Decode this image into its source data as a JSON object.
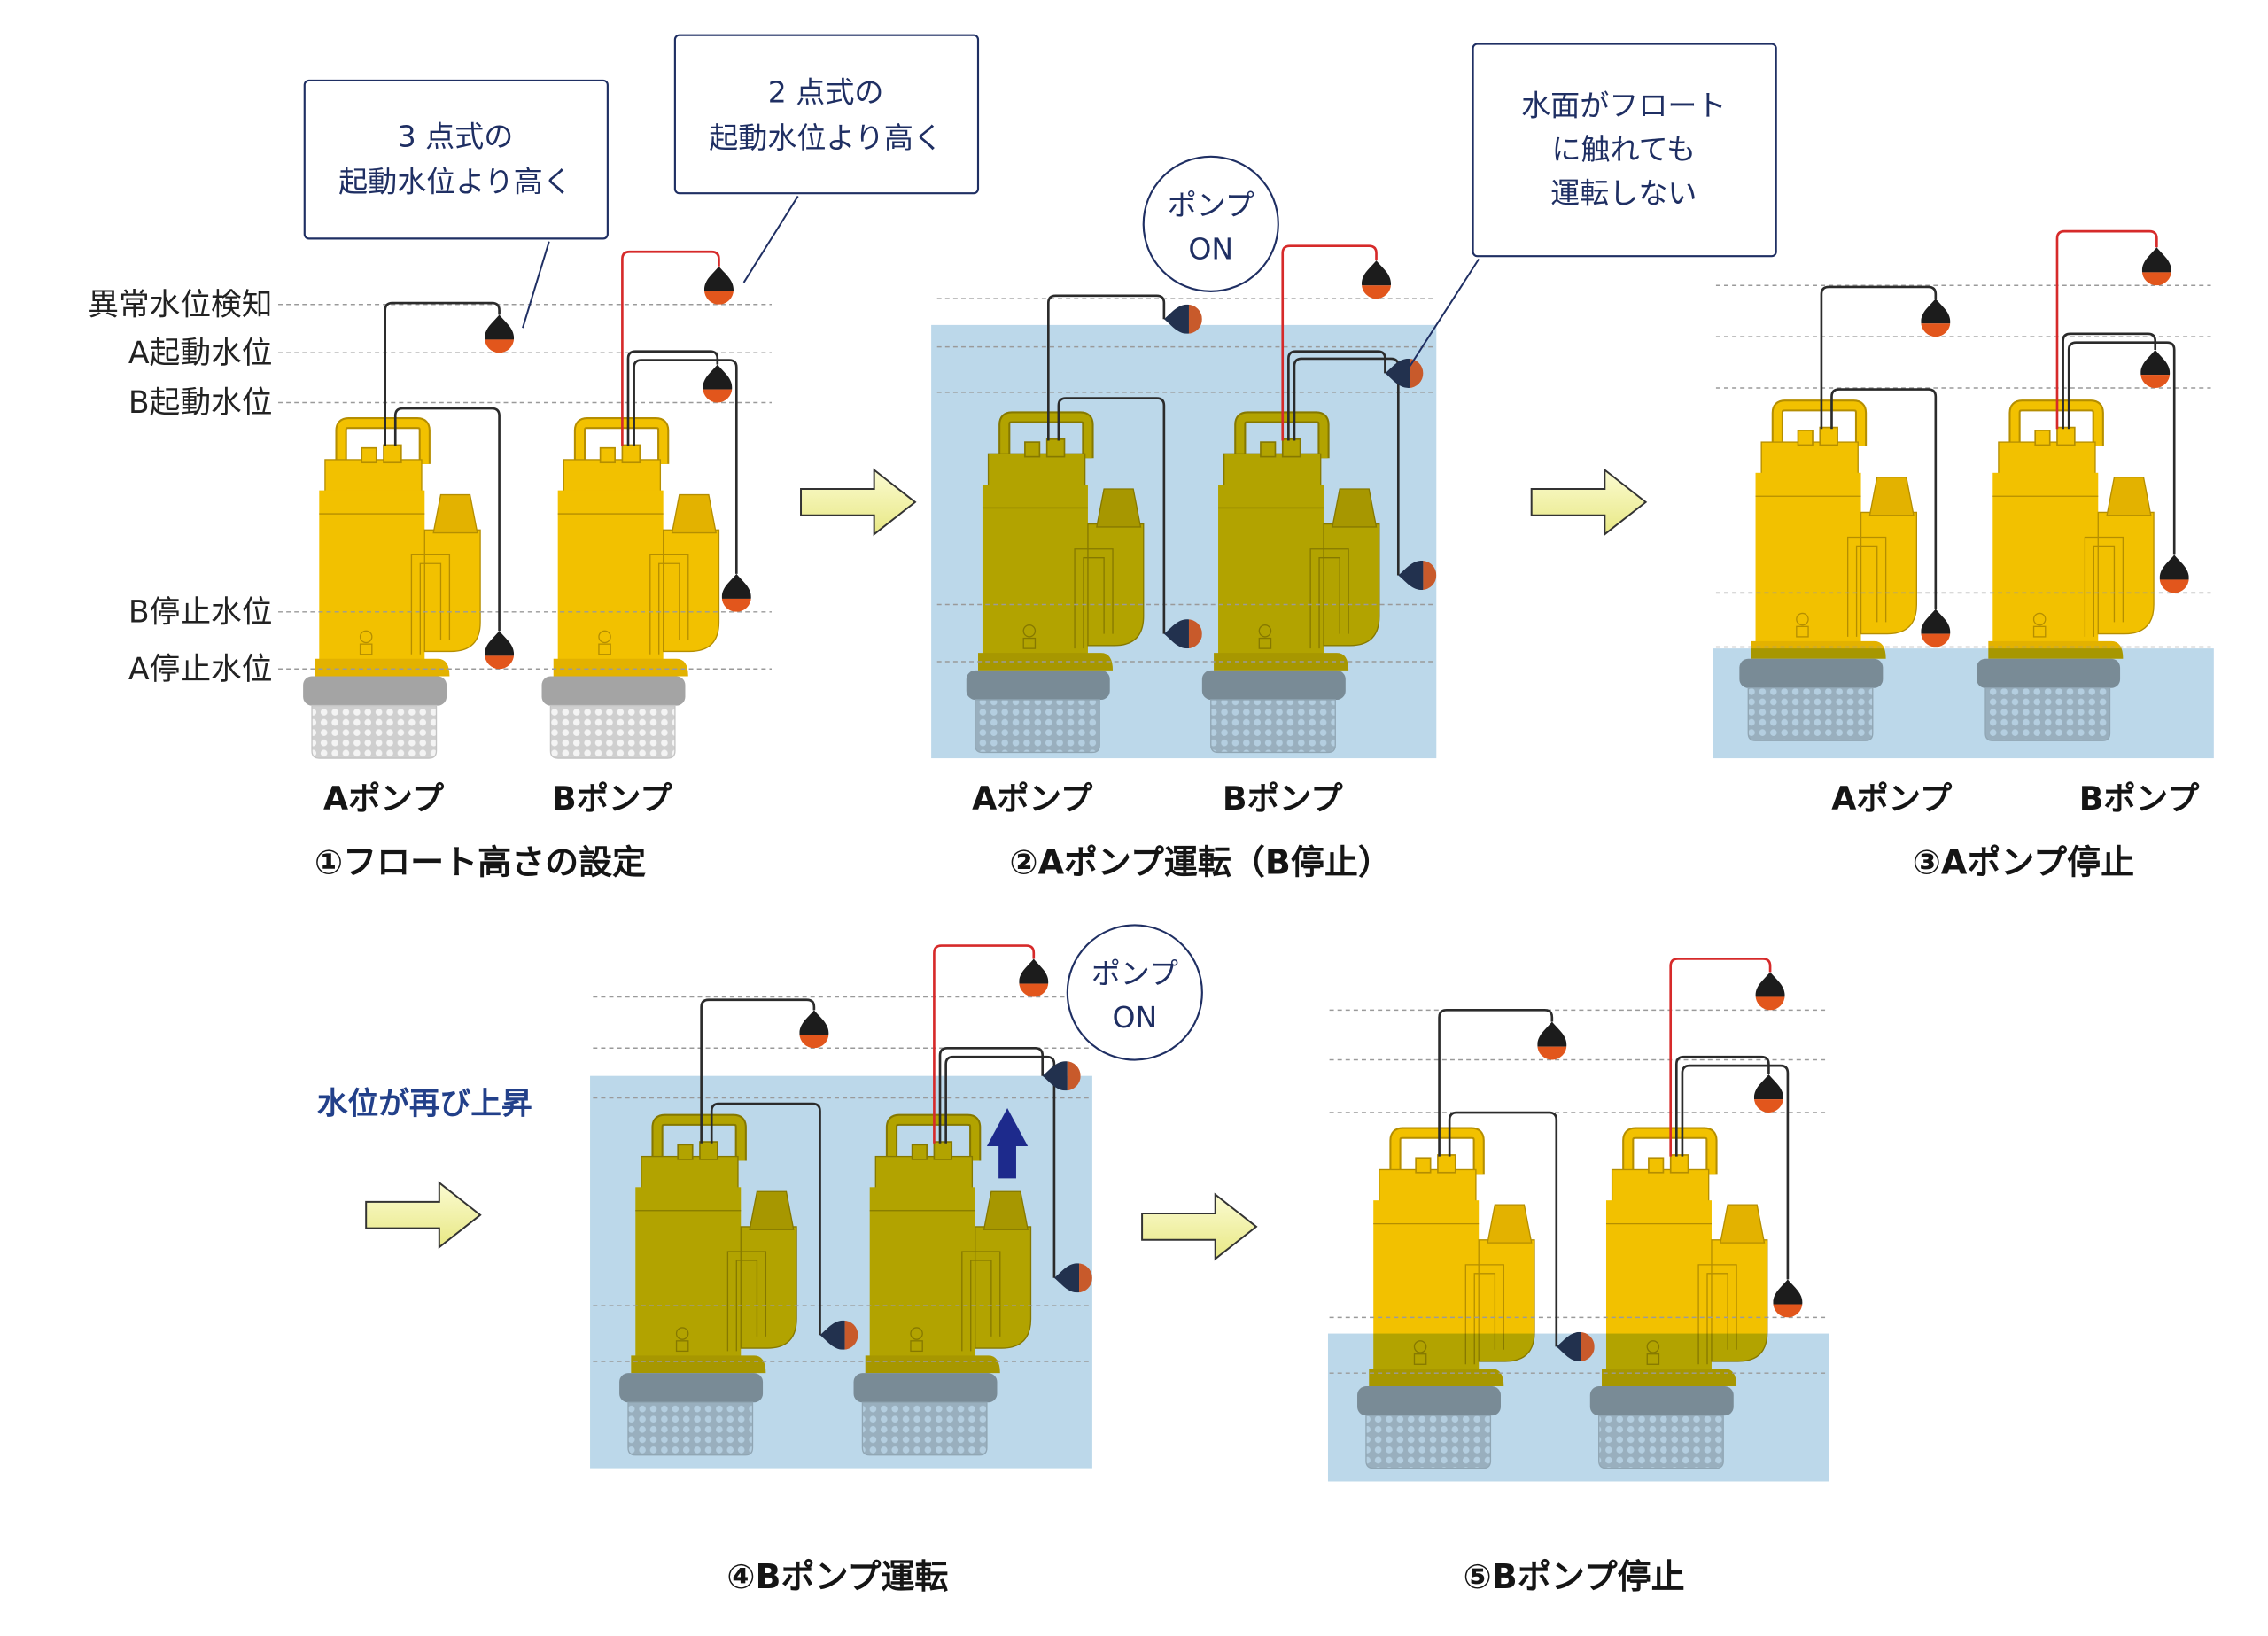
{
  "level_labels": {
    "abnormal": "異常水位検知",
    "a_start": "A起動水位",
    "b_start": "B起動水位",
    "b_stop": "B停止水位",
    "a_stop": "A停止水位"
  },
  "panels": [
    {
      "title": "①フロート高さの設定",
      "pump_a_label": "Aポンプ",
      "pump_b_label": "Bポンプ",
      "callout_3point": [
        "3 点式の",
        "起動水位より高く"
      ],
      "callout_2point": [
        "2 点式の",
        "起動水位より高く"
      ]
    },
    {
      "title": "②Aポンプ運転（B停止）",
      "pump_a_label": "Aポンプ",
      "pump_b_label": "Bポンプ",
      "on_badge": [
        "ポンプ",
        "ON"
      ],
      "callout": [
        "水面がフロート",
        "に触れても",
        "運転しない"
      ]
    },
    {
      "title": "③Aポンプ停止",
      "pump_a_label": "Aポンプ",
      "pump_b_label": "Bポンプ"
    },
    {
      "title": "④Bポンプ運転",
      "transition_note": "水位が再び上昇",
      "on_badge": [
        "ポンプ",
        "ON"
      ]
    },
    {
      "title": "⑤Bポンプ停止"
    }
  ],
  "icons": {
    "flow_arrow": "right-arrow-icon",
    "level_rise": "up-arrow-icon",
    "float_switch": "float-switch-icon",
    "pump": "submersible-pump-icon"
  },
  "colors": {
    "pump_yellow": "#f2c100",
    "pump_shade": "#e3b200",
    "pump_line": "#b58e00",
    "base_grey": "#a4a4a4",
    "water": "#bcd8ea",
    "wire_black": "#2b2b2b",
    "wire_red": "#d62a2a",
    "float_top": "#1c1c1c",
    "float_bottom": "#e2561c",
    "float_top_wet": "#22314e",
    "float_bottom_wet": "#c85a2b",
    "level_line": "#9a9a9a",
    "callout_navy": "#1f2f63",
    "up_arrow": "#1d2a8c",
    "flow_arrow_fill": "#f1f1a6"
  }
}
